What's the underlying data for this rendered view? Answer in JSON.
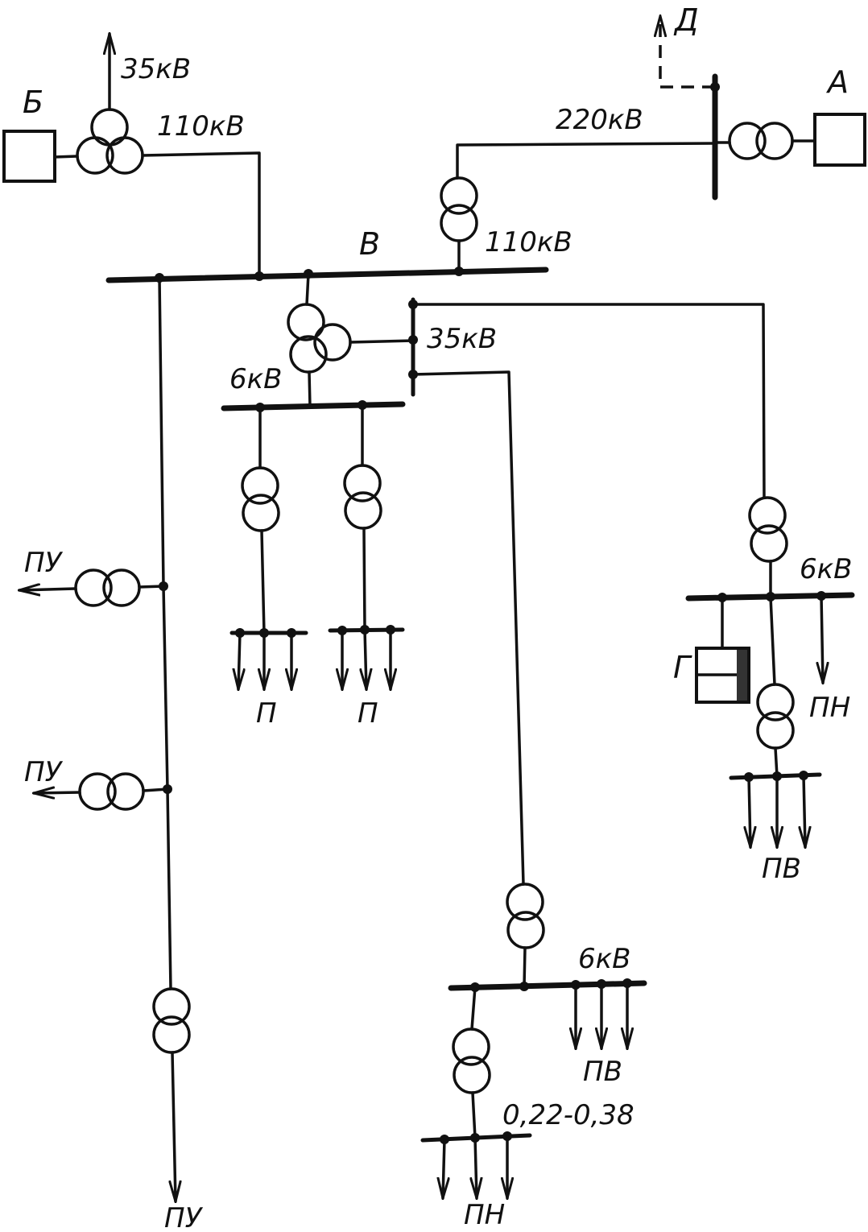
{
  "nodes": {
    "d": "Д",
    "b": "Б",
    "a": "А",
    "v": "В",
    "g": "Г"
  },
  "voltages": {
    "kv35_top": "35кВ",
    "kv110_top": "110кВ",
    "kv220": "220кВ",
    "kv110_right": "110кВ",
    "kv35_mid": "35кВ",
    "kv6_left": "6кВ",
    "kv6_right": "6кВ",
    "kv6_bottom": "6кВ",
    "kv_low": "0,22-0,38"
  },
  "loads": {
    "pu_1": "ПУ",
    "pu_2": "ПУ",
    "pu_3": "ПУ",
    "p_1": "П",
    "p_2": "П",
    "pn_1": "ПН",
    "pn_2": "ПН",
    "pv_1": "ПВ",
    "pv_2": "ПВ"
  },
  "colors": {
    "ink": "#111111",
    "background": "#ffffff"
  }
}
